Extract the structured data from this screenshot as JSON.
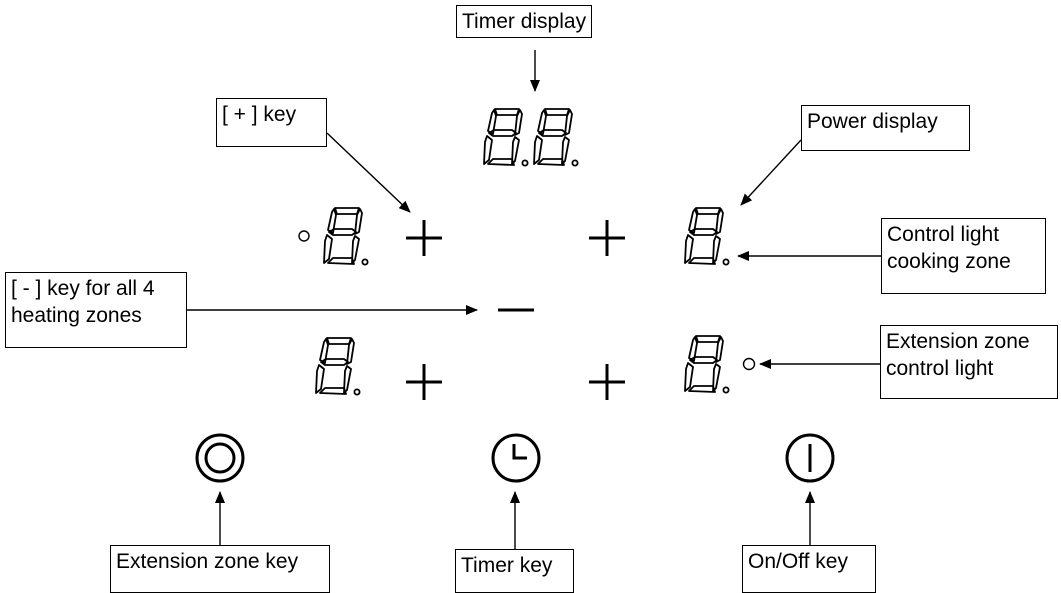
{
  "labels": {
    "timer_display": "Timer display",
    "plus_key": "[ + ] key",
    "power_display": "Power display",
    "control_light_line1": "Control light",
    "control_light_line2": "cooking zone",
    "minus_key_line1": "[ - ] key for all 4",
    "minus_key_line2": "heating zones",
    "extension_light_line1": "Extension zone",
    "extension_light_line2": "control light",
    "extension_key": "Extension zone key",
    "timer_key": "Timer key",
    "onoff_key": "On/Off key"
  },
  "colors": {
    "ink": "#000000",
    "background": "#ffffff"
  },
  "icons": {
    "extension": "double-circle-icon",
    "timer": "clock-icon",
    "power": "on-off-icon",
    "increase": "plus-icon",
    "decrease": "minus-icon"
  }
}
